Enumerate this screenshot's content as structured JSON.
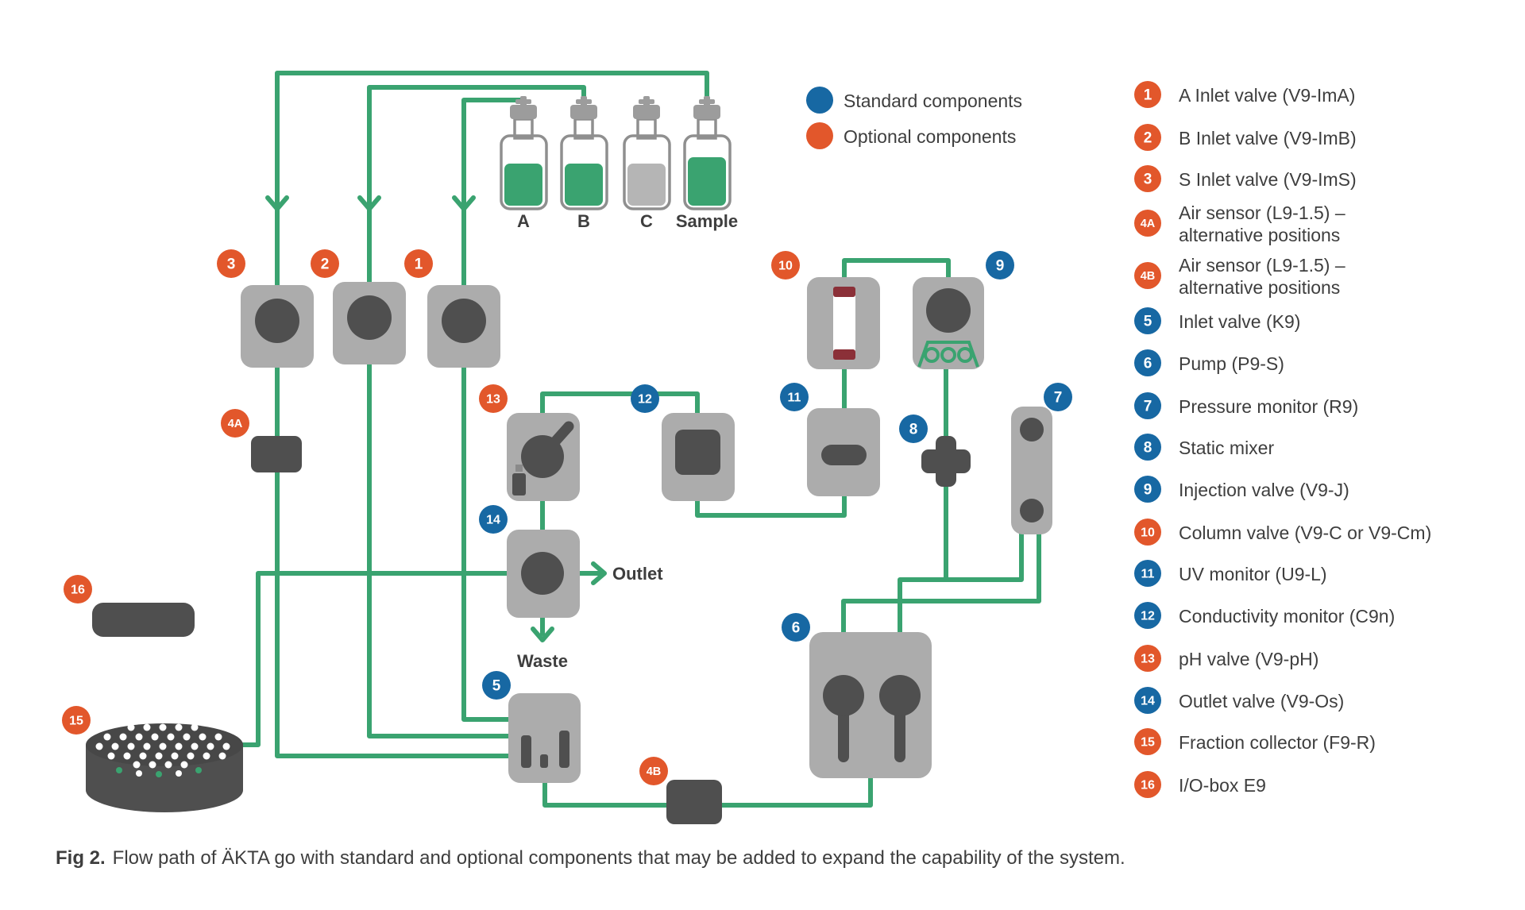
{
  "palette": {
    "flow_green": "#3AA370",
    "optional_orange": "#E2572B",
    "standard_blue": "#1768A3",
    "component_gray": "#ACACAC",
    "component_dark": "#4F4F4F",
    "text_dark": "#3E3E3E",
    "column_red": "#8B3038"
  },
  "legend": {
    "standard_label": "Standard components",
    "optional_label": "Optional components"
  },
  "bottles": {
    "labels": [
      "A",
      "B",
      "C",
      "Sample"
    ]
  },
  "flow": {
    "outlet_label": "Outlet",
    "waste_label": "Waste"
  },
  "badges": {
    "n1": "1",
    "n2": "2",
    "n3": "3",
    "n4a": "4A",
    "n4b": "4B",
    "n5": "5",
    "n6": "6",
    "n7": "7",
    "n8": "8",
    "n9": "9",
    "n10": "10",
    "n11": "11",
    "n12": "12",
    "n13": "13",
    "n14": "14",
    "n15": "15",
    "n16": "16"
  },
  "component_list": {
    "items": [
      {
        "num": "1",
        "type": "optional",
        "label": "A Inlet valve (V9-ImA)"
      },
      {
        "num": "2",
        "type": "optional",
        "label": "B Inlet valve (V9-ImB)"
      },
      {
        "num": "3",
        "type": "optional",
        "label": "S Inlet valve (V9-ImS)"
      },
      {
        "num": "4A",
        "type": "optional",
        "label": "Air sensor (L9-1.5) –",
        "label2": "alternative positions"
      },
      {
        "num": "4B",
        "type": "optional",
        "label": "Air sensor (L9-1.5) –",
        "label2": "alternative positions"
      },
      {
        "num": "5",
        "type": "standard",
        "label": "Inlet valve (K9)"
      },
      {
        "num": "6",
        "type": "standard",
        "label": "Pump (P9-S)"
      },
      {
        "num": "7",
        "type": "standard",
        "label": "Pressure monitor (R9)"
      },
      {
        "num": "8",
        "type": "standard",
        "label": "Static mixer"
      },
      {
        "num": "9",
        "type": "standard",
        "label": "Injection valve (V9-J)"
      },
      {
        "num": "10",
        "type": "optional",
        "label": "Column valve (V9-C or V9-Cm)"
      },
      {
        "num": "11",
        "type": "standard",
        "label": "UV monitor (U9-L)"
      },
      {
        "num": "12",
        "type": "standard",
        "label": "Conductivity monitor (C9n)"
      },
      {
        "num": "13",
        "type": "optional",
        "label": "pH valve (V9-pH)"
      },
      {
        "num": "14",
        "type": "standard",
        "label": "Outlet valve (V9-Os)"
      },
      {
        "num": "15",
        "type": "optional",
        "label": "Fraction collector (F9-R)"
      },
      {
        "num": "16",
        "type": "optional",
        "label": "I/O-box E9"
      }
    ]
  },
  "caption": {
    "fig_label": "Fig 2.",
    "text": "Flow path of ÄKTA go with standard and optional components that may be added to expand the capability of the system."
  }
}
